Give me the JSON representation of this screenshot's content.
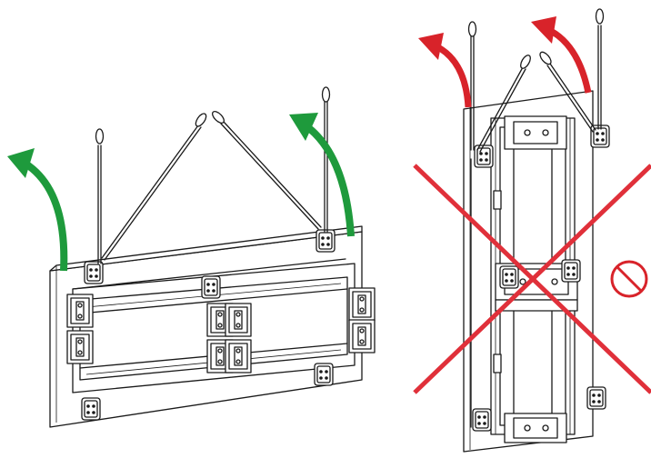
{
  "colors": {
    "correct_arrow": "#1e9a3c",
    "wrong_arrow": "#d8232a",
    "cross": "#e0303a",
    "prohibited_sign": "#d8232a",
    "line": "#1a1a1a"
  },
  "left_panel": {
    "orientation": "horizontal",
    "lift_arrows": [
      "green-curved-arrow",
      "green-curved-arrow"
    ],
    "status": "correct"
  },
  "right_panel": {
    "orientation": "vertical",
    "lift_arrows": [
      "red-curved-arrow",
      "red-curved-arrow"
    ],
    "status": "prohibited",
    "overlay": "red-x-cross",
    "icon": "prohibited-sign-icon"
  }
}
